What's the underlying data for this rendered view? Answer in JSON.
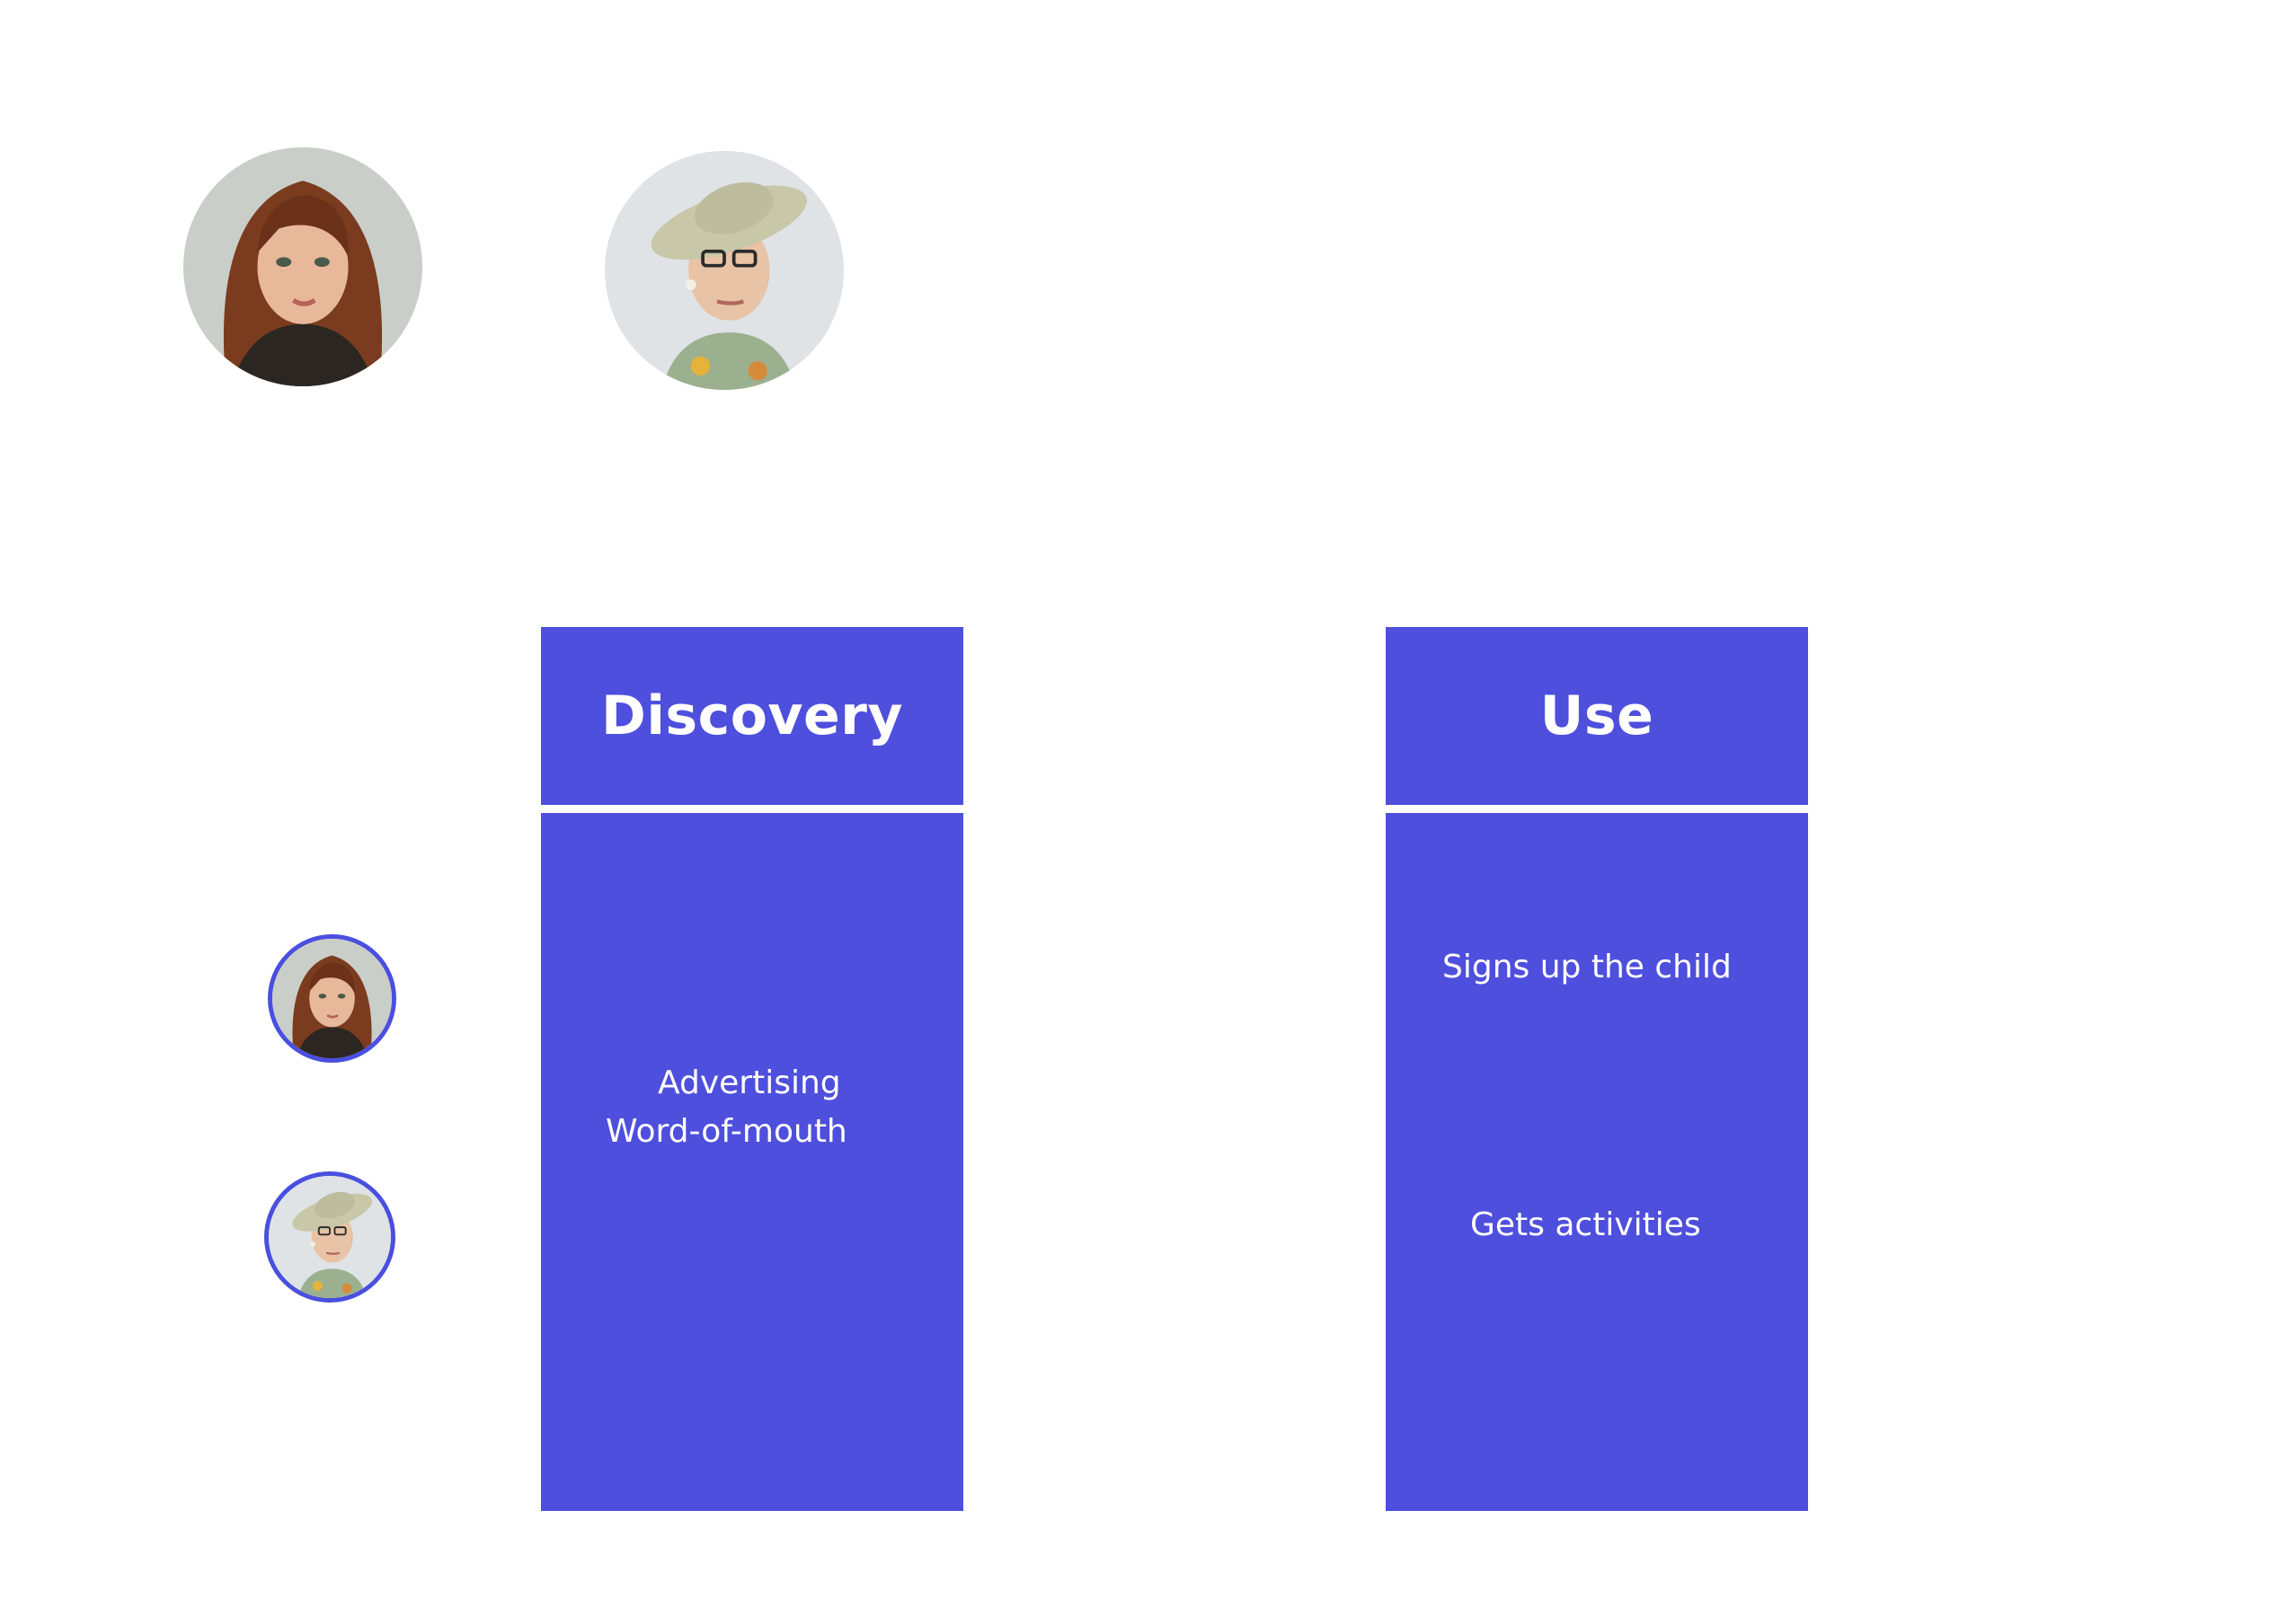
{
  "personas": [
    {
      "name": "young-woman",
      "icon": "young-woman-avatar"
    },
    {
      "name": "older-woman-with-hat",
      "icon": "older-woman-avatar"
    }
  ],
  "stages": {
    "discovery": {
      "title": "Discovery",
      "items": [
        "Advertising",
        "Word-of-mouth"
      ]
    },
    "use": {
      "title": "Use",
      "items": [
        "Signs up the child",
        "Gets activities"
      ]
    }
  },
  "colors": {
    "stage_fill": "#4e4fdd",
    "avatar_ring": "#4a4fdf",
    "text": "#ffffff",
    "background": "#ffffff"
  }
}
